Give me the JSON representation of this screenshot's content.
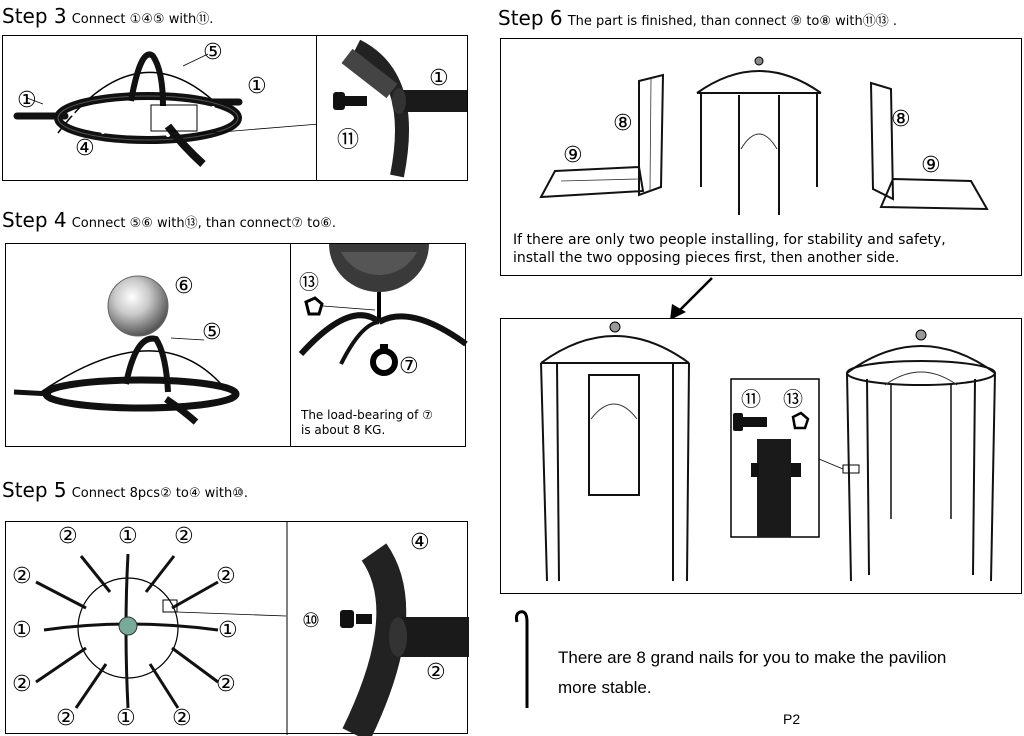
{
  "step3": {
    "label": "Step 3",
    "text": "Connect ①④⑤ with⑪."
  },
  "step4": {
    "label": "Step 4",
    "text": "Connect ⑤⑥ with⑬, than connect⑦ to⑥."
  },
  "step5": {
    "label": "Step 5",
    "text": "Connect 8pcs② to④ with⑩."
  },
  "step6": {
    "label": "Step 6",
    "text": "The part is finished, than connect ⑨ to⑧ with⑪⑬ ."
  },
  "step4_note": [
    "The load-bearing of ⑦",
    "is about 8 KG."
  ],
  "step6_warning": [
    "If there are only two people installing, for stability and safety,",
    "install the two opposing pieces first, then another side."
  ],
  "nails_note": [
    "There are 8 grand nails for you to make the pavilion",
    "more stable."
  ],
  "page_number": "P2",
  "part_labels": {
    "p1": "①",
    "p2": "②",
    "p4": "④",
    "p5": "⑤",
    "p6": "⑥",
    "p7": "⑦",
    "p8": "⑧",
    "p9": "⑨",
    "p10": "⑩",
    "p11": "⑪",
    "p13": "⑬"
  }
}
